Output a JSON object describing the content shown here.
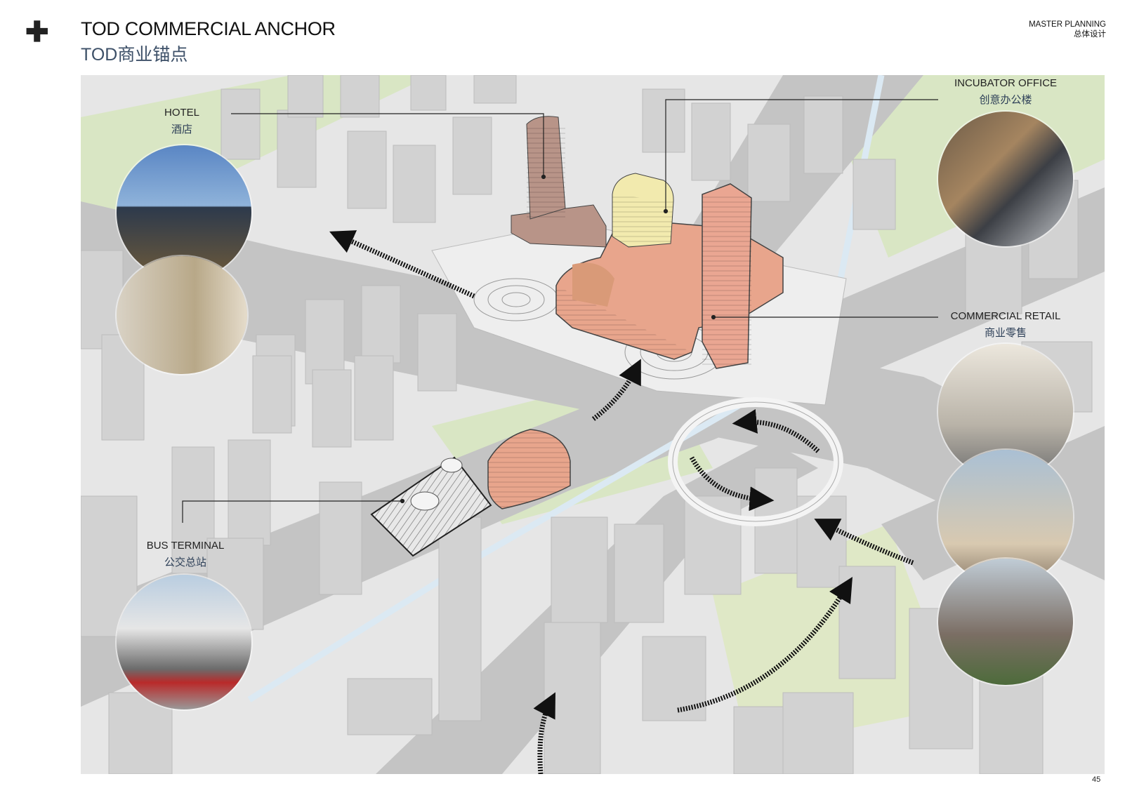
{
  "header": {
    "title": "TOD COMMERCIAL ANCHOR",
    "subtitle": "TOD商业锚点",
    "section": "MASTER PLANNING",
    "section_cn": "总体设计",
    "icon": "plus-icon"
  },
  "labels": {
    "hotel": {
      "en": "HOTEL",
      "cn": "酒店"
    },
    "incubator": {
      "en": "INCUBATOR OFFICE",
      "cn": "创意办公楼"
    },
    "retail": {
      "en": "COMMERCIAL RETAIL",
      "cn": "商业零售"
    },
    "bus": {
      "en": "BUS TERMINAL",
      "cn": "公交总站"
    }
  },
  "colors": {
    "commercial": "#e8a58c",
    "hotel": "#b89488",
    "office": "#f2eaae",
    "context": "#cfcfcf",
    "green": "#d8e6c0"
  },
  "footer": {
    "page": "45"
  }
}
